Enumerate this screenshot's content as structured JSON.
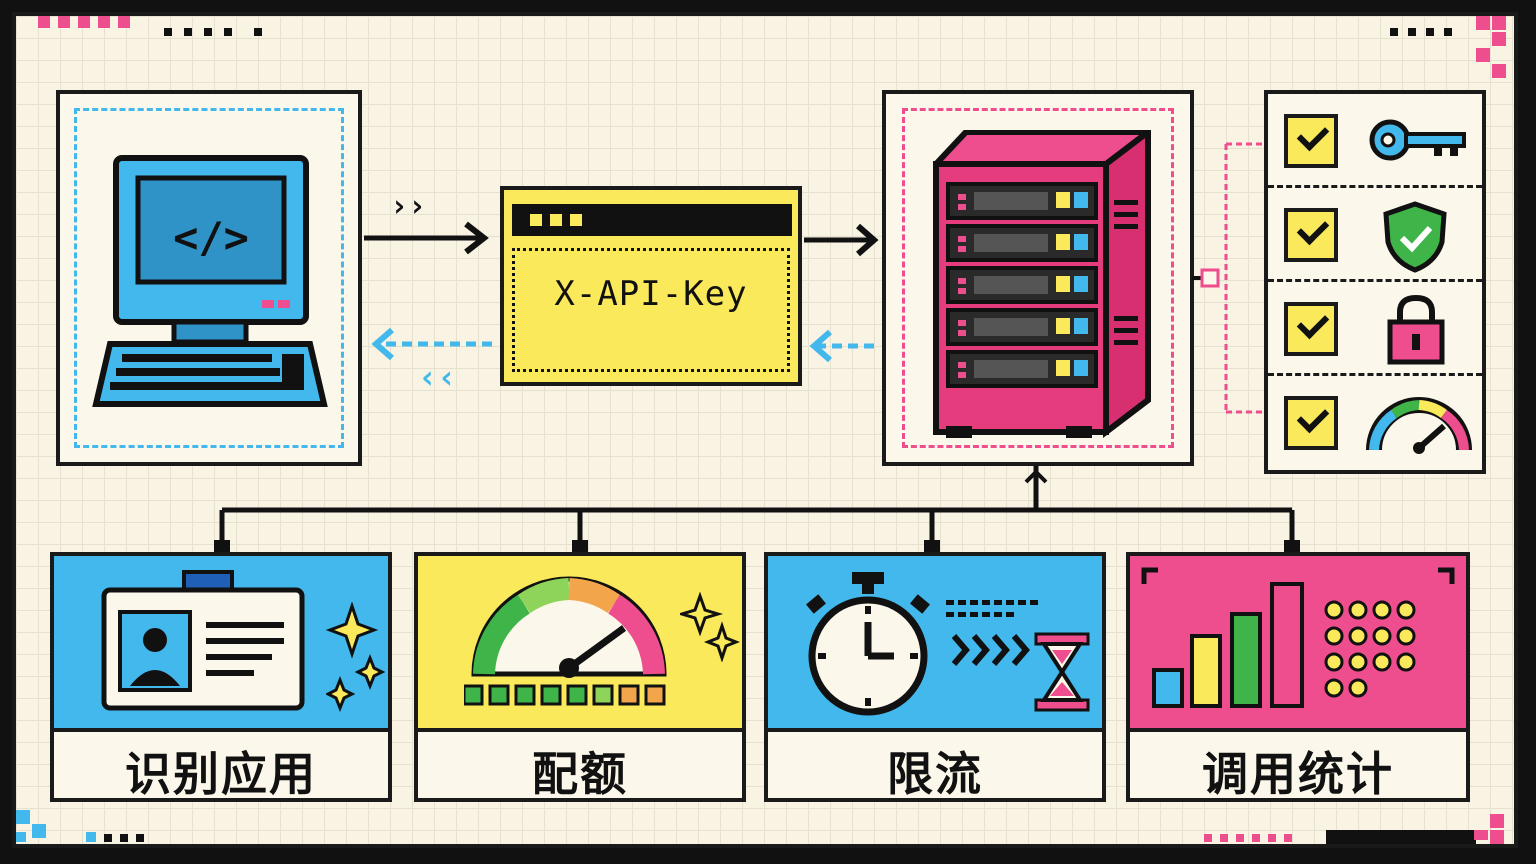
{
  "header": {
    "api_key_label": "X-API-Key"
  },
  "arrows": {
    "forward_chevrons": "››",
    "back_chevrons": "‹‹"
  },
  "features": [
    {
      "label": "识别应用",
      "color": "#43b8ec",
      "icon": "id-card-icon"
    },
    {
      "label": "配额",
      "color": "#fae95a",
      "icon": "gauge-icon"
    },
    {
      "label": "限流",
      "color": "#43b8ec",
      "icon": "stopwatch-icon"
    },
    {
      "label": "调用统计",
      "color": "#ee4d8e",
      "icon": "bar-chart-icon"
    }
  ],
  "checks": [
    {
      "icon": "key-icon"
    },
    {
      "icon": "shield-check-icon"
    },
    {
      "icon": "padlock-icon"
    },
    {
      "icon": "gauge-icon"
    }
  ],
  "colors": {
    "blue": "#43b8ec",
    "yellow": "#fae95a",
    "pink": "#ee4d8e",
    "green": "#3fb549",
    "dark": "#1a1a1a",
    "paper": "#f8f3e3"
  }
}
